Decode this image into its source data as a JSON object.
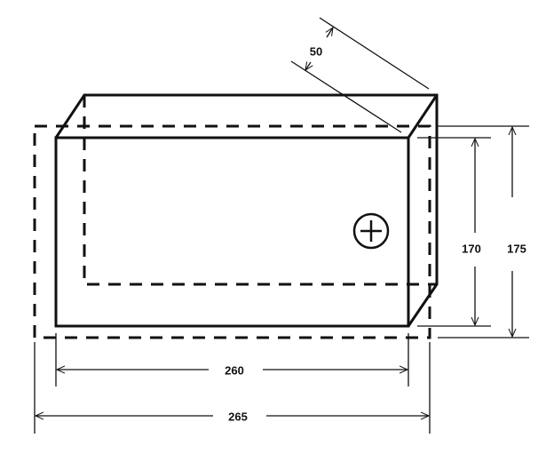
{
  "dimensions": {
    "depth": "50",
    "inner_height": "170",
    "outer_height": "175",
    "inner_width": "260",
    "outer_width": "265"
  },
  "symbols": {
    "terminal": "plus-circle-icon"
  },
  "colors": {
    "line": "#111111",
    "background": "#ffffff"
  }
}
